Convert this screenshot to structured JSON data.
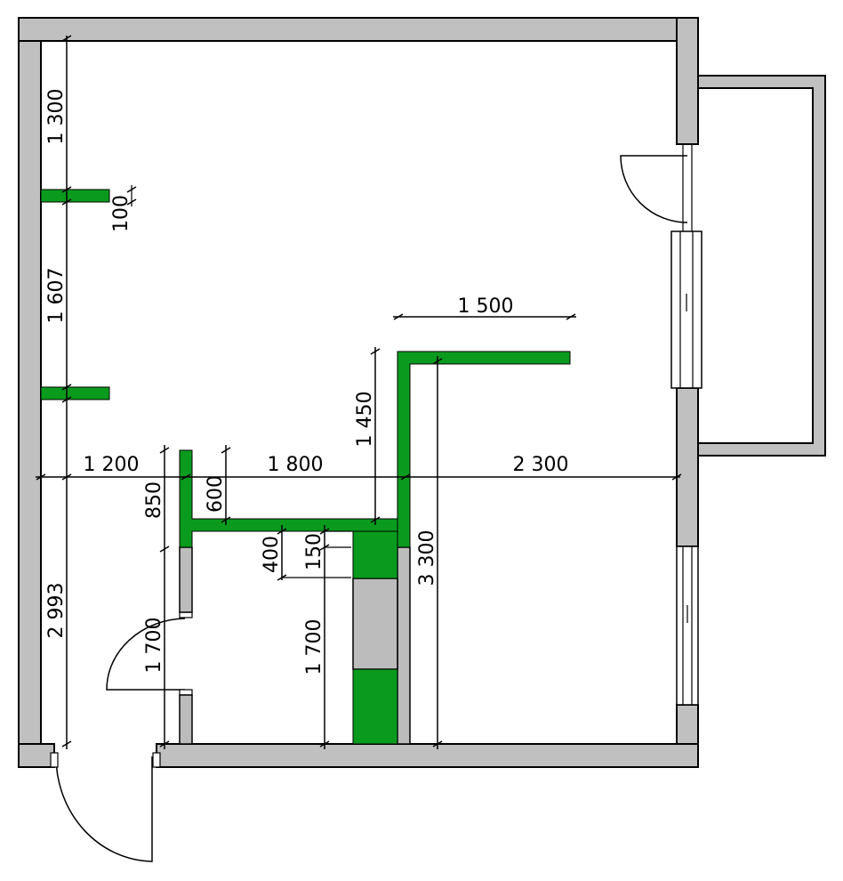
{
  "plan": {
    "dimensions": {
      "d_1300": "1 300",
      "d_100": "100",
      "d_1607": "1 607",
      "d_2993": "2 993",
      "d_1200": "1 200",
      "d_850": "850",
      "d_600": "600",
      "d_1800": "1 800",
      "d_1450": "1 450",
      "d_1500": "1 500",
      "d_2300": "2 300",
      "d_3300": "3 300",
      "d_400": "400",
      "d_150": "150",
      "d_1700_left": "1 700",
      "d_1700_mid": "1 700"
    },
    "colors": {
      "existing_wall": "#c0c0c0",
      "new_wall": "#0a9b1e"
    }
  }
}
